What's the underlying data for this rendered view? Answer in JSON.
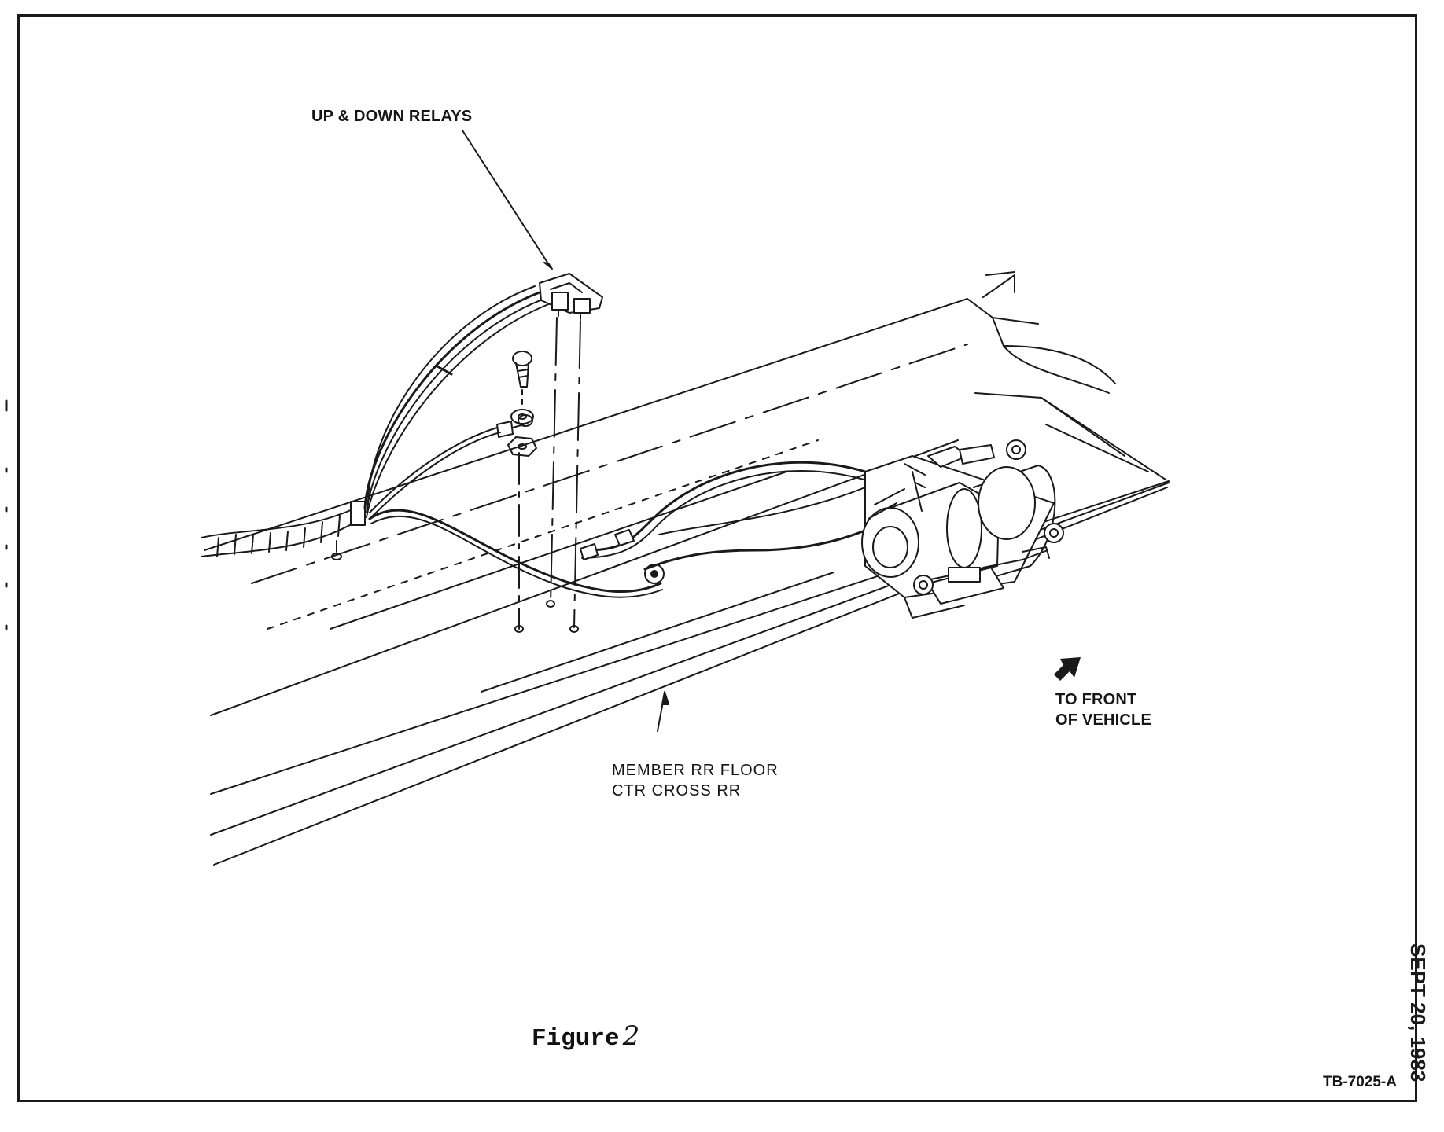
{
  "figure": {
    "caption_word": "Figure",
    "caption_number": "2",
    "code": "TB-7025-A"
  },
  "labels": {
    "relays": "UP & DOWN RELAYS",
    "front_line1": "TO FRONT",
    "front_line2": "OF VEHICLE",
    "member_line1": "MEMBER RR FLOOR",
    "member_line2": "CTR CROSS RR"
  },
  "edge_stamp": "SEPT 20, 1983",
  "icons": {
    "relays": "relay-block-icon",
    "motor": "pump-motor-icon",
    "front_arrow": "front-direction-arrow-icon"
  },
  "colors": {
    "ink": "#1a1a1a",
    "paper": "#ffffff"
  }
}
